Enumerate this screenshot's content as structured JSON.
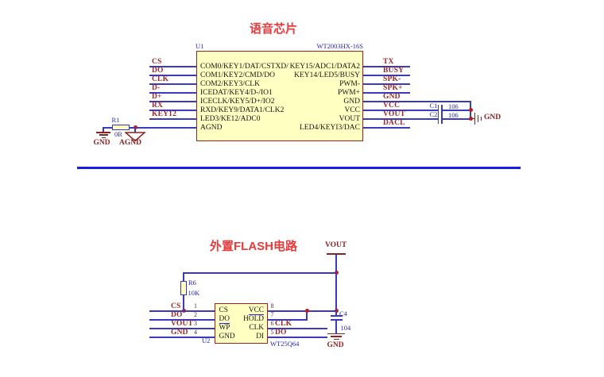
{
  "colors": {
    "wire": "#3A3ABF",
    "divider": "#1C1CE8",
    "net_label": "#9B2727",
    "power_symbol": "#8B2222",
    "section_title": "#E83A3A",
    "chip_fill": "#FFFFC2",
    "chip_border": "#A02020",
    "designator": "#2424C8",
    "junction_dot": "#C31B1B"
  },
  "top": {
    "title": "语音芯片",
    "u1": {
      "ref": "U1",
      "part": "WT2003HX-16S",
      "rows": [
        {
          "l": "COM0/KEY1/DAT/CSTXD/",
          "r": "KEY15/ADC1/DATA2"
        },
        {
          "l": "COM1/KEY2/CMD/DO",
          "r": "KEY14/LED5/BUSY"
        },
        {
          "l": "COM2/KEY3/CLK",
          "r": "PWM-"
        },
        {
          "l": "ICEDAT/KEY4/D-/IO1",
          "r": "PWM+"
        },
        {
          "l": "ICECLK/KEY5/D+/IO2",
          "r": "GND"
        },
        {
          "l": "RXD/KEY9/DATA1/CLK2",
          "r": "VCC"
        },
        {
          "l": "LED3/KE12/ADC0",
          "r": "VOUT"
        },
        {
          "l": "AGND",
          "r": "LED4/KEYI3/DAC"
        }
      ]
    },
    "left_nets": [
      "CS",
      "DO",
      "CLK",
      "D-",
      "D+",
      "RX",
      "KEY12"
    ],
    "right_nets": [
      "TX",
      "BUSY",
      "SPK-",
      "SPK+",
      "GND",
      "VCC",
      "VOUT",
      "DACL"
    ],
    "r1": {
      "ref": "R1",
      "value": "0R"
    },
    "c1": {
      "ref": "C1",
      "value": "106"
    },
    "c2": {
      "ref": "C2",
      "value": "106"
    },
    "gnd_left": "GND",
    "agnd": "AGND",
    "gnd_right": "GND"
  },
  "bottom": {
    "title": "外置FLASH电路",
    "vout_port": "VOUT",
    "r6": {
      "ref": "R6",
      "value": "10K"
    },
    "u2": {
      "ref": "U2",
      "part": "WT25Q64",
      "left_pins": [
        {
          "num": "1",
          "name": "CS"
        },
        {
          "num": "2",
          "name": "DO"
        },
        {
          "num": "3",
          "name": "WP"
        },
        {
          "num": "4",
          "name": "GND"
        }
      ],
      "right_pins": [
        {
          "num": "8",
          "name": "VCC"
        },
        {
          "num": "7",
          "name": "HOLD"
        },
        {
          "num": "6",
          "name": "CLK"
        },
        {
          "num": "5",
          "name": "DI"
        }
      ]
    },
    "left_nets": [
      "CS",
      "DO",
      "VOUT",
      "GND"
    ],
    "net_clk": "CLK",
    "net_do": "DO",
    "c4": {
      "ref": "C4",
      "value": "104"
    },
    "gnd": "GND"
  }
}
